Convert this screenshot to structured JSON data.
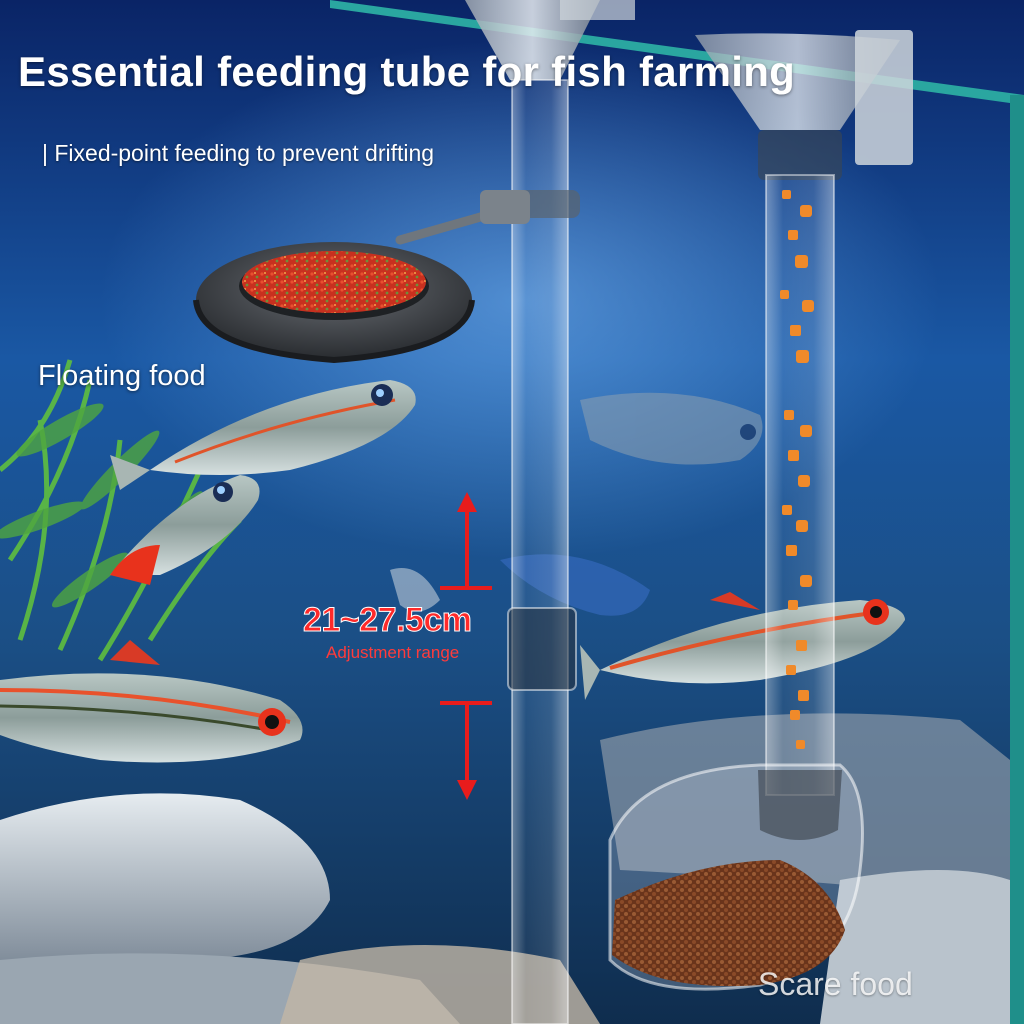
{
  "title": "Essential feeding tube for fish farming",
  "subtitle": "| Fixed-point feeding to prevent drifting",
  "floating_label": "Floating food",
  "adjustment": {
    "value": "21~27.5cm",
    "caption": "Adjustment range"
  },
  "sinking_label": "Scare food",
  "colors": {
    "water_deep": "#0b2d78",
    "water_mid": "#1d5fa8",
    "plants": "#4fa640",
    "accent_red": "#e81c1c",
    "tank_frame": "#2aa6a0",
    "pellet_orange": "#f08a2a",
    "pellet_brown": "#7a4022"
  },
  "icons": [
    "feeding-tube",
    "funnel",
    "floating-feeding-ring",
    "sinking-feeding-tray",
    "neon-tetra-fish",
    "arrow-up",
    "arrow-down"
  ]
}
